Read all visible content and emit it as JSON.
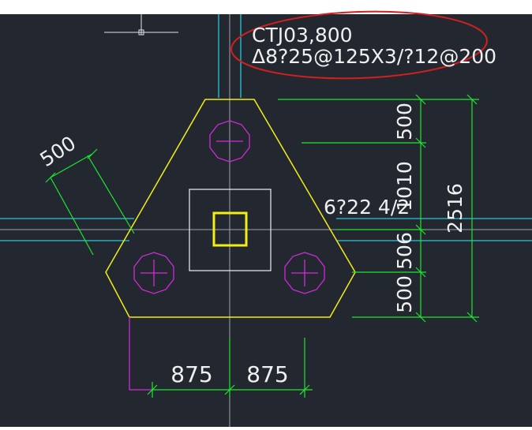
{
  "colors": {
    "background": "#232830",
    "top_strip": "#ffffff",
    "cyan": "#28c7d6",
    "white": "#f0f0f0",
    "yellow": "#f2ee14",
    "green": "#1ee62f",
    "magenta": "#d12ad8",
    "red": "#d21f1f",
    "gray": "#9ea3aa"
  },
  "annotation": {
    "line1": "CTJ03,800",
    "line2": "Δ8?25@125X3/?12@200"
  },
  "rebar_label": "6?22 4/2",
  "dimensions": {
    "diagonal": "500",
    "right_top": "500",
    "right_mid_a": "1010",
    "right_mid_b": "506",
    "right_bottom": "500",
    "right_total": "2516",
    "bottom_left": "875",
    "bottom_right": "875"
  }
}
